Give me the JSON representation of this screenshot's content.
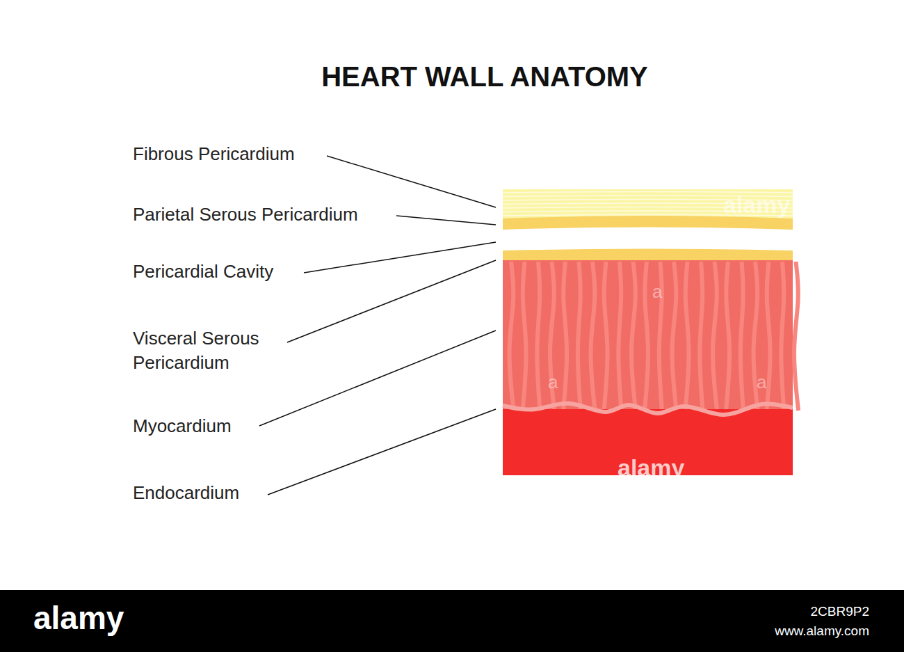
{
  "diagram": {
    "title": "HEART WALL ANATOMY",
    "labels": [
      "Fibrous Pericardium",
      "Parietal Serous Pericardium",
      "Pericardial Cavity",
      "Visceral Serous Pericardium",
      "Myocardium",
      "Endocardium",
      "alamy",
      "a",
      "a",
      "a",
      "alamy",
      "alamy",
      "2CBR9P2",
      "www.alamy.com"
    ]
  }
}
